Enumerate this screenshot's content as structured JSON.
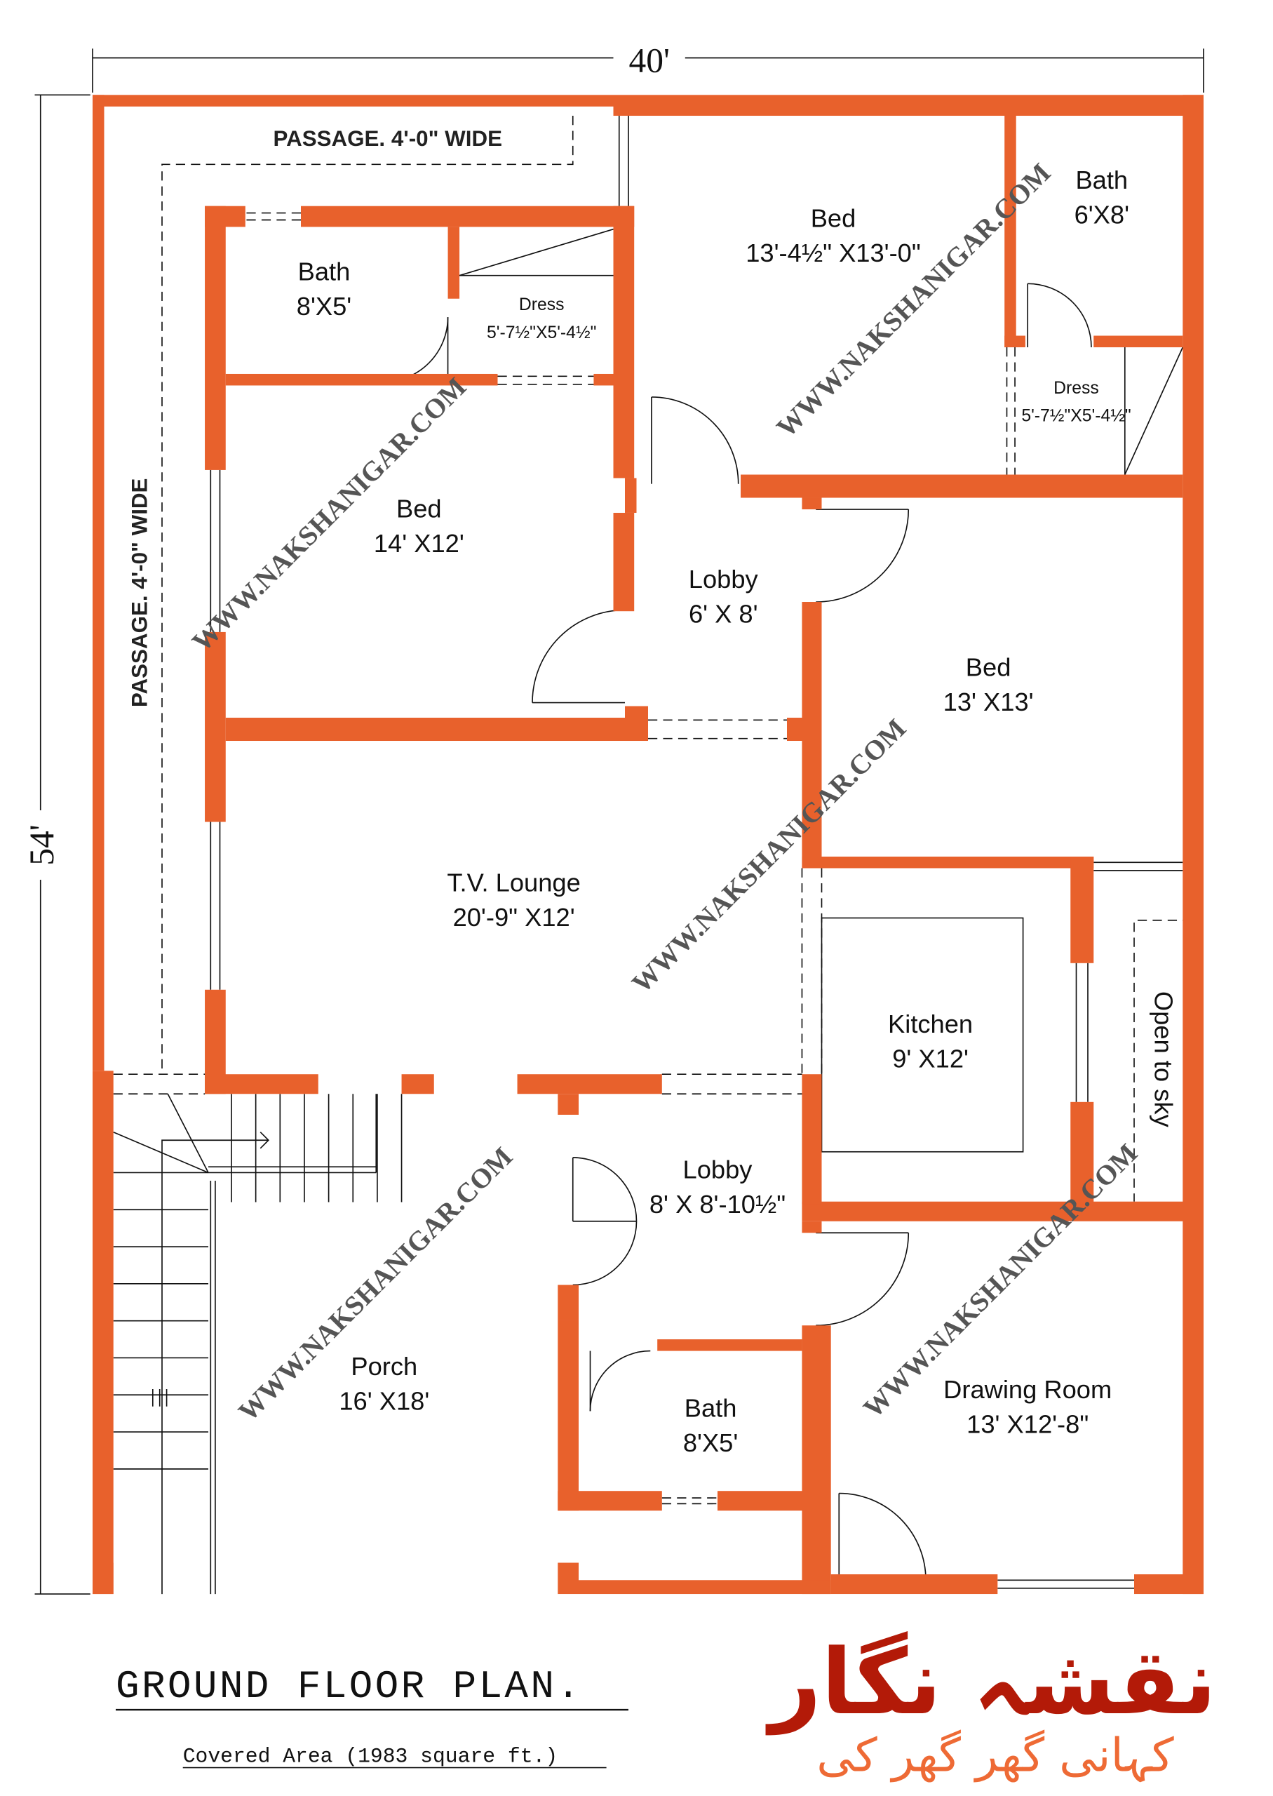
{
  "plan": {
    "colors": {
      "wall": "#E8612C",
      "watermark": "#555555",
      "logo_primary": "#B31A08",
      "logo_secondary": "#EE6A35"
    },
    "dimensions": {
      "width": "40'",
      "depth": "54'"
    },
    "passages": {
      "top": "PASSAGE. 4'-0\" WIDE",
      "side": "PASSAGE. 4'-0\" WIDE"
    },
    "rooms": [
      {
        "name": "Bath",
        "size": "8'X5'"
      },
      {
        "name": "Dress",
        "size": "5'-7½\"X5'-4½\""
      },
      {
        "name": "Bed",
        "size": "14' X12'"
      },
      {
        "name": "Bed",
        "size": "13'-4½\" X13'-0\""
      },
      {
        "name": "Bath",
        "size": "6'X8'"
      },
      {
        "name": "Dress",
        "size": "5'-7½\"X5'-4½\""
      },
      {
        "name": "Lobby",
        "size": "6' X 8'"
      },
      {
        "name": "Bed",
        "size": "13' X13'"
      },
      {
        "name": "T.V. Lounge",
        "size": "20'-9\" X12'"
      },
      {
        "name": "Kitchen",
        "size": "9' X12'"
      },
      {
        "name": "Lobby",
        "size": "8' X 8'-10½\""
      },
      {
        "name": "Porch",
        "size": "16' X18'"
      },
      {
        "name": "Bath",
        "size": "8'X5'"
      },
      {
        "name": "Drawing Room",
        "size": "13' X12'-8\""
      }
    ],
    "open_to_sky": "Open to sky",
    "watermark": "WWW.NAKSHANIGAR.COM"
  },
  "footer": {
    "title": "GROUND FLOOR PLAN.",
    "covered_area": "Covered Area (1983 square ft.)"
  },
  "logo": {
    "main": "نقشہ نگار",
    "tagline": "کہانی گھر گھر کی"
  }
}
